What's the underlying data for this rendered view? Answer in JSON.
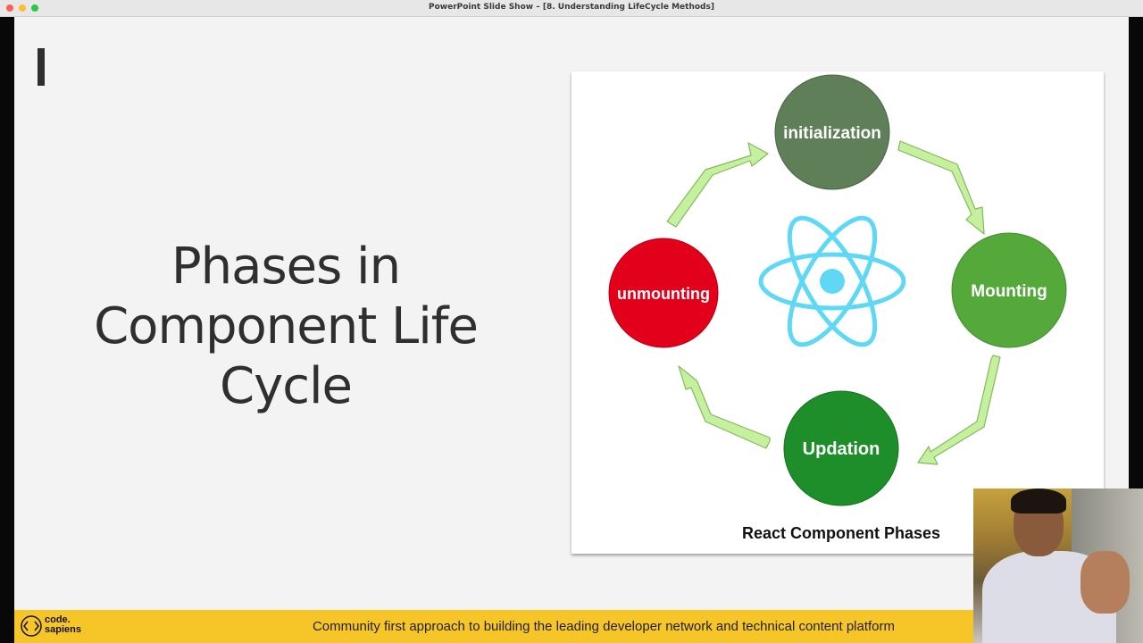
{
  "window": {
    "title": "PowerPoint Slide Show – [8. Understanding LifeCycle Methods]"
  },
  "slide": {
    "heading_lines": [
      "Phases in",
      "Component Life",
      "Cycle"
    ]
  },
  "diagram": {
    "caption": "React Component Phases",
    "phases": [
      {
        "label": "initialization",
        "color": "#5e7f57"
      },
      {
        "label": "Mounting",
        "color": "#55a93b"
      },
      {
        "label": "Updation",
        "color": "#1e8e2a"
      },
      {
        "label": "unmounting",
        "color": "#e2001b"
      }
    ],
    "react_logo_color": "#5fd8f5",
    "arrow_color": "#c5f19e"
  },
  "footer": {
    "logo_text_line1": "code.",
    "logo_text_line2": "sapiens",
    "text": "Community first approach to building the leading developer network and technical content platform",
    "color": "#f6c628"
  }
}
